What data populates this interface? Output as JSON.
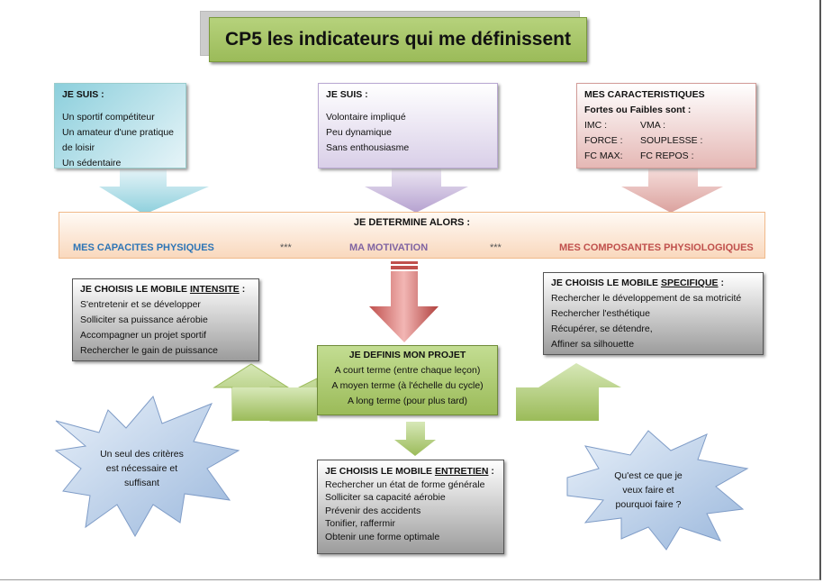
{
  "title": "CP5 les indicateurs qui me définissent",
  "box_je_suis_1": {
    "heading": "JE SUIS :",
    "items": [
      "Un sportif compétiteur",
      "Un amateur d'une pratique de loisir",
      "Un sédentaire"
    ]
  },
  "box_je_suis_2": {
    "heading": "JE SUIS :",
    "items": [
      "Volontaire impliqué",
      "Peu dynamique",
      "Sans enthousiasme"
    ]
  },
  "box_caracteristiques": {
    "heading": "MES CARACTERISTIQUES",
    "subheading": "Fortes ou Faibles  sont :",
    "items": [
      "IMC :",
      "VMA :",
      "FORCE :",
      "SOUPLESSE :",
      "FC MAX:",
      "FC REPOS :"
    ]
  },
  "band": {
    "heading": "JE DETERMINE ALORS :",
    "left": "MES CAPACITES PHYSIQUES",
    "sep1": "***",
    "middle": "MA MOTIVATION",
    "sep2": "***",
    "right": "MES COMPOSANTES PHYSIOLOGIQUES",
    "colors": {
      "left": "#2e75b6",
      "middle": "#8064a2",
      "right": "#c0504d"
    }
  },
  "intensite": {
    "prefix": "JE CHOISIS LE MOBILE ",
    "key": "INTENSITE",
    "suffix": " :",
    "items": [
      "S'entretenir et se développer",
      "Solliciter sa puissance aérobie",
      "Accompagner un projet sportif",
      "Rechercher le gain de puissance"
    ]
  },
  "projet": {
    "heading": "JE DEFINIS MON PROJET",
    "items": [
      "A court terme (entre chaque leçon)",
      "A moyen terme (à l'échelle du cycle)",
      "A long terme (pour plus tard)"
    ]
  },
  "specifique": {
    "prefix": "JE CHOISIS LE MOBILE ",
    "key": "SPECIFIQUE",
    "suffix": " :",
    "items": [
      "Rechercher le développement de sa motricité",
      "Rechercher l'esthétique",
      "Récupérer, se détendre,",
      "Affiner sa silhouette"
    ]
  },
  "entretien": {
    "prefix": "JE CHOISIS LE MOBILE ",
    "key": "ENTRETIEN",
    "suffix": " :",
    "items": [
      "Rechercher un état de forme générale",
      "Solliciter sa capacité aérobie",
      "Prévenir des accidents",
      "Tonifier, raffermir",
      "Obtenir une forme optimale"
    ]
  },
  "star_left": "Un seul des critères est nécessaire et suffisant",
  "star_right": "Qu'est ce que je veux faire et pourquoi faire ?"
}
